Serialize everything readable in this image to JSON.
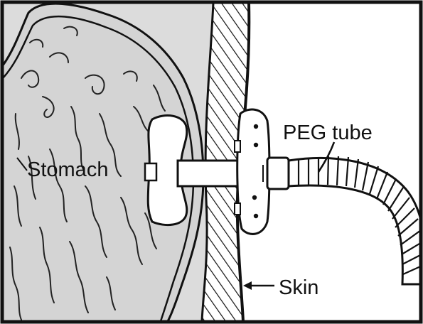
{
  "labels": {
    "stomach": "Stomach",
    "peg_tube": "PEG tube",
    "skin": "Skin"
  },
  "colors": {
    "outline": "#111111",
    "stomach_fill": "#d9d9d9",
    "body_fill": "#dedede",
    "device_fill": "#ffffff",
    "background": "#ffffff"
  }
}
